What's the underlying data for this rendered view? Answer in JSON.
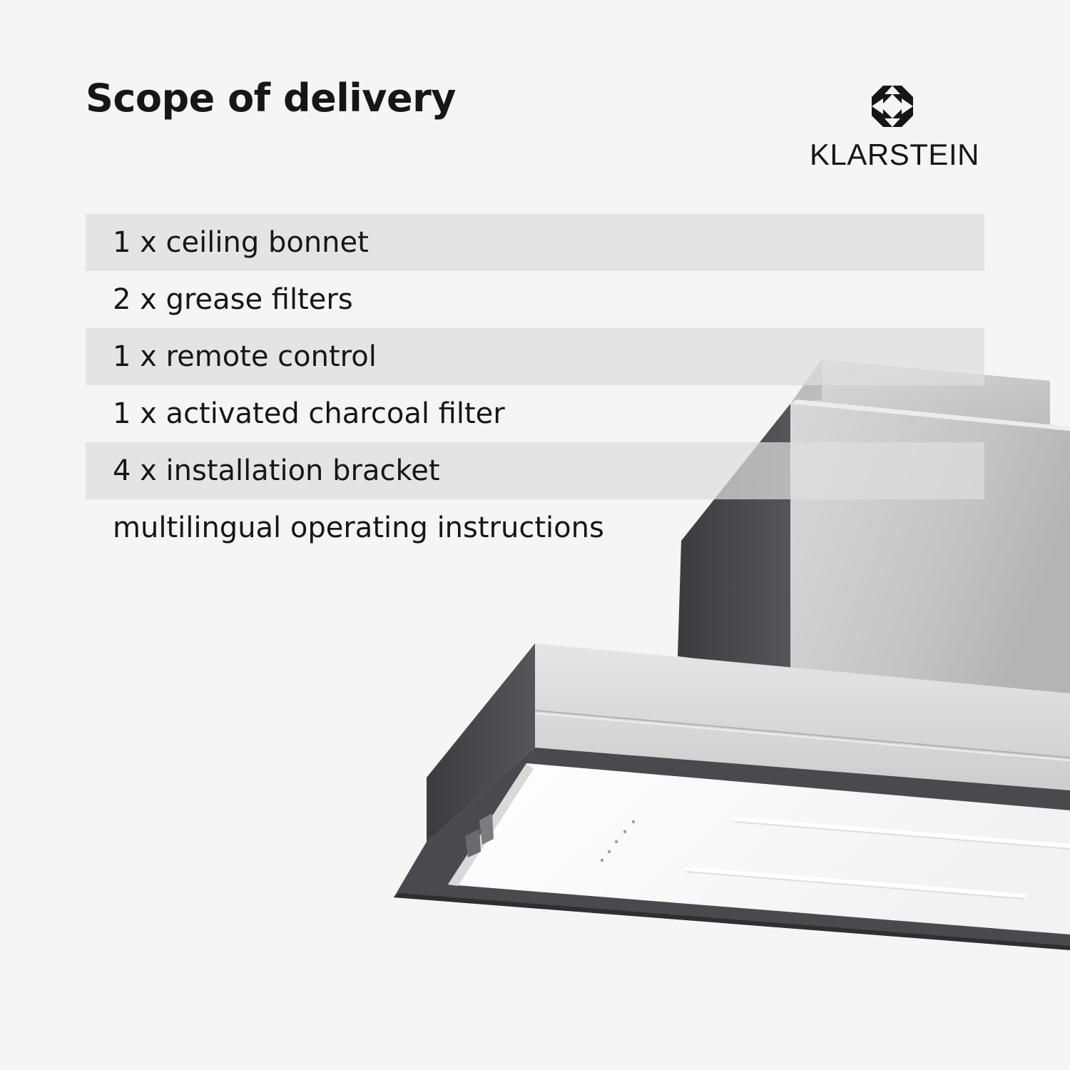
{
  "header": {
    "title": "Scope of delivery"
  },
  "brand": {
    "name": "KLARSTEIN",
    "logo_icon": "klarstein-diamond-icon"
  },
  "scope_items": [
    {
      "text": "1 x ceiling bonnet",
      "shaded": true
    },
    {
      "text": "2 x grease filters",
      "shaded": false
    },
    {
      "text": "1 x remote control",
      "shaded": true
    },
    {
      "text": "1 x activated charcoal filter",
      "shaded": false
    },
    {
      "text": "4 x installation bracket",
      "shaded": true
    },
    {
      "text": "multilingual operating instructions",
      "shaded": false
    }
  ],
  "product_image": {
    "icon": "ceiling-extractor-hood-illustration"
  },
  "colors": {
    "background": "#f5f5f5",
    "row_shade": "#e4e4e4",
    "text": "#161616",
    "steel": "#cfcfcf",
    "dark_frame": "#48484c",
    "glass_white": "#fbfbfb"
  }
}
